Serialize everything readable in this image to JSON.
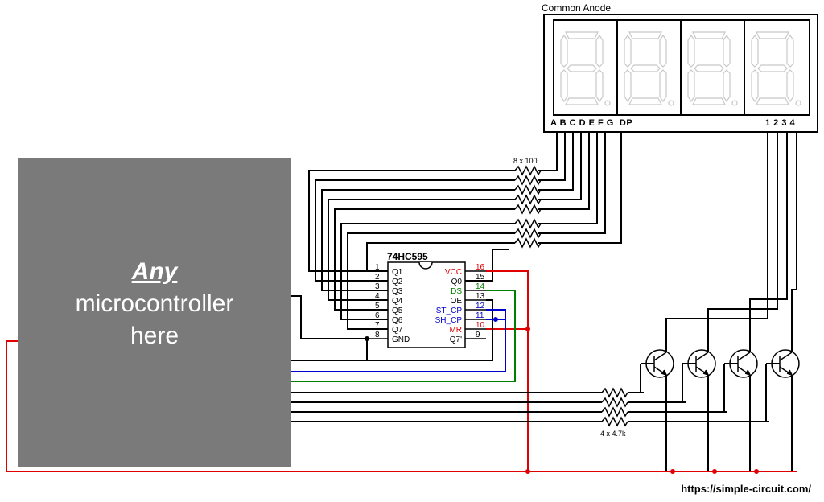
{
  "display": {
    "title": "Common Anode",
    "segment_pins": "A B C D E F G  DP",
    "digit_pins": "1 2 3 4"
  },
  "mcu": {
    "line1": "Any",
    "line2": "microcontroller",
    "line3": "here"
  },
  "ic": {
    "name": "74HC595",
    "left_pins": [
      {
        "num": "1",
        "label": "Q1"
      },
      {
        "num": "2",
        "label": "Q2"
      },
      {
        "num": "3",
        "label": "Q3"
      },
      {
        "num": "4",
        "label": "Q4"
      },
      {
        "num": "5",
        "label": "Q5"
      },
      {
        "num": "6",
        "label": "Q6"
      },
      {
        "num": "7",
        "label": "Q7"
      },
      {
        "num": "8",
        "label": "GND"
      }
    ],
    "right_pins": [
      {
        "num": "16",
        "label": "VCC",
        "color": "#e00000"
      },
      {
        "num": "15",
        "label": "Q0",
        "color": "#000000"
      },
      {
        "num": "14",
        "label": "DS",
        "color": "#008000"
      },
      {
        "num": "13",
        "label": "OE",
        "color": "#000000"
      },
      {
        "num": "12",
        "label": "ST_CP",
        "color": "#0000cc"
      },
      {
        "num": "11",
        "label": "SH_CP",
        "color": "#0000cc"
      },
      {
        "num": "10",
        "label": "MR",
        "color": "#e00000"
      },
      {
        "num": "9",
        "label": "Q7'",
        "color": "#000000"
      }
    ]
  },
  "resistors": {
    "segment_label": "8 x 100",
    "base_label": "4 x 4.7k"
  },
  "footer": {
    "url": "https://simple-circuit.com/"
  },
  "colors": {
    "vcc": "#e00000",
    "data": "#008000",
    "clock": "#0000cc",
    "mcu_fill": "#7a7a7a"
  }
}
